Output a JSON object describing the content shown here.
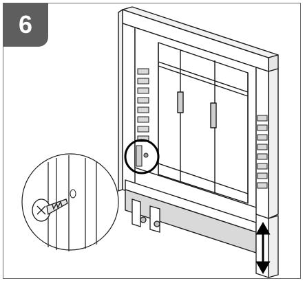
{
  "step": {
    "number": "6"
  },
  "illustration": {
    "subject": "cabinet-frame-with-adjustable-legs",
    "detail_callout": "screw-into-side-frame",
    "arrow": "up-down-double-arrow",
    "colors": {
      "badge": "#5e5e5e",
      "badge_text": "#ffffff",
      "line": "#1a1a1a",
      "panel_shade": "#d9d9d9"
    }
  }
}
